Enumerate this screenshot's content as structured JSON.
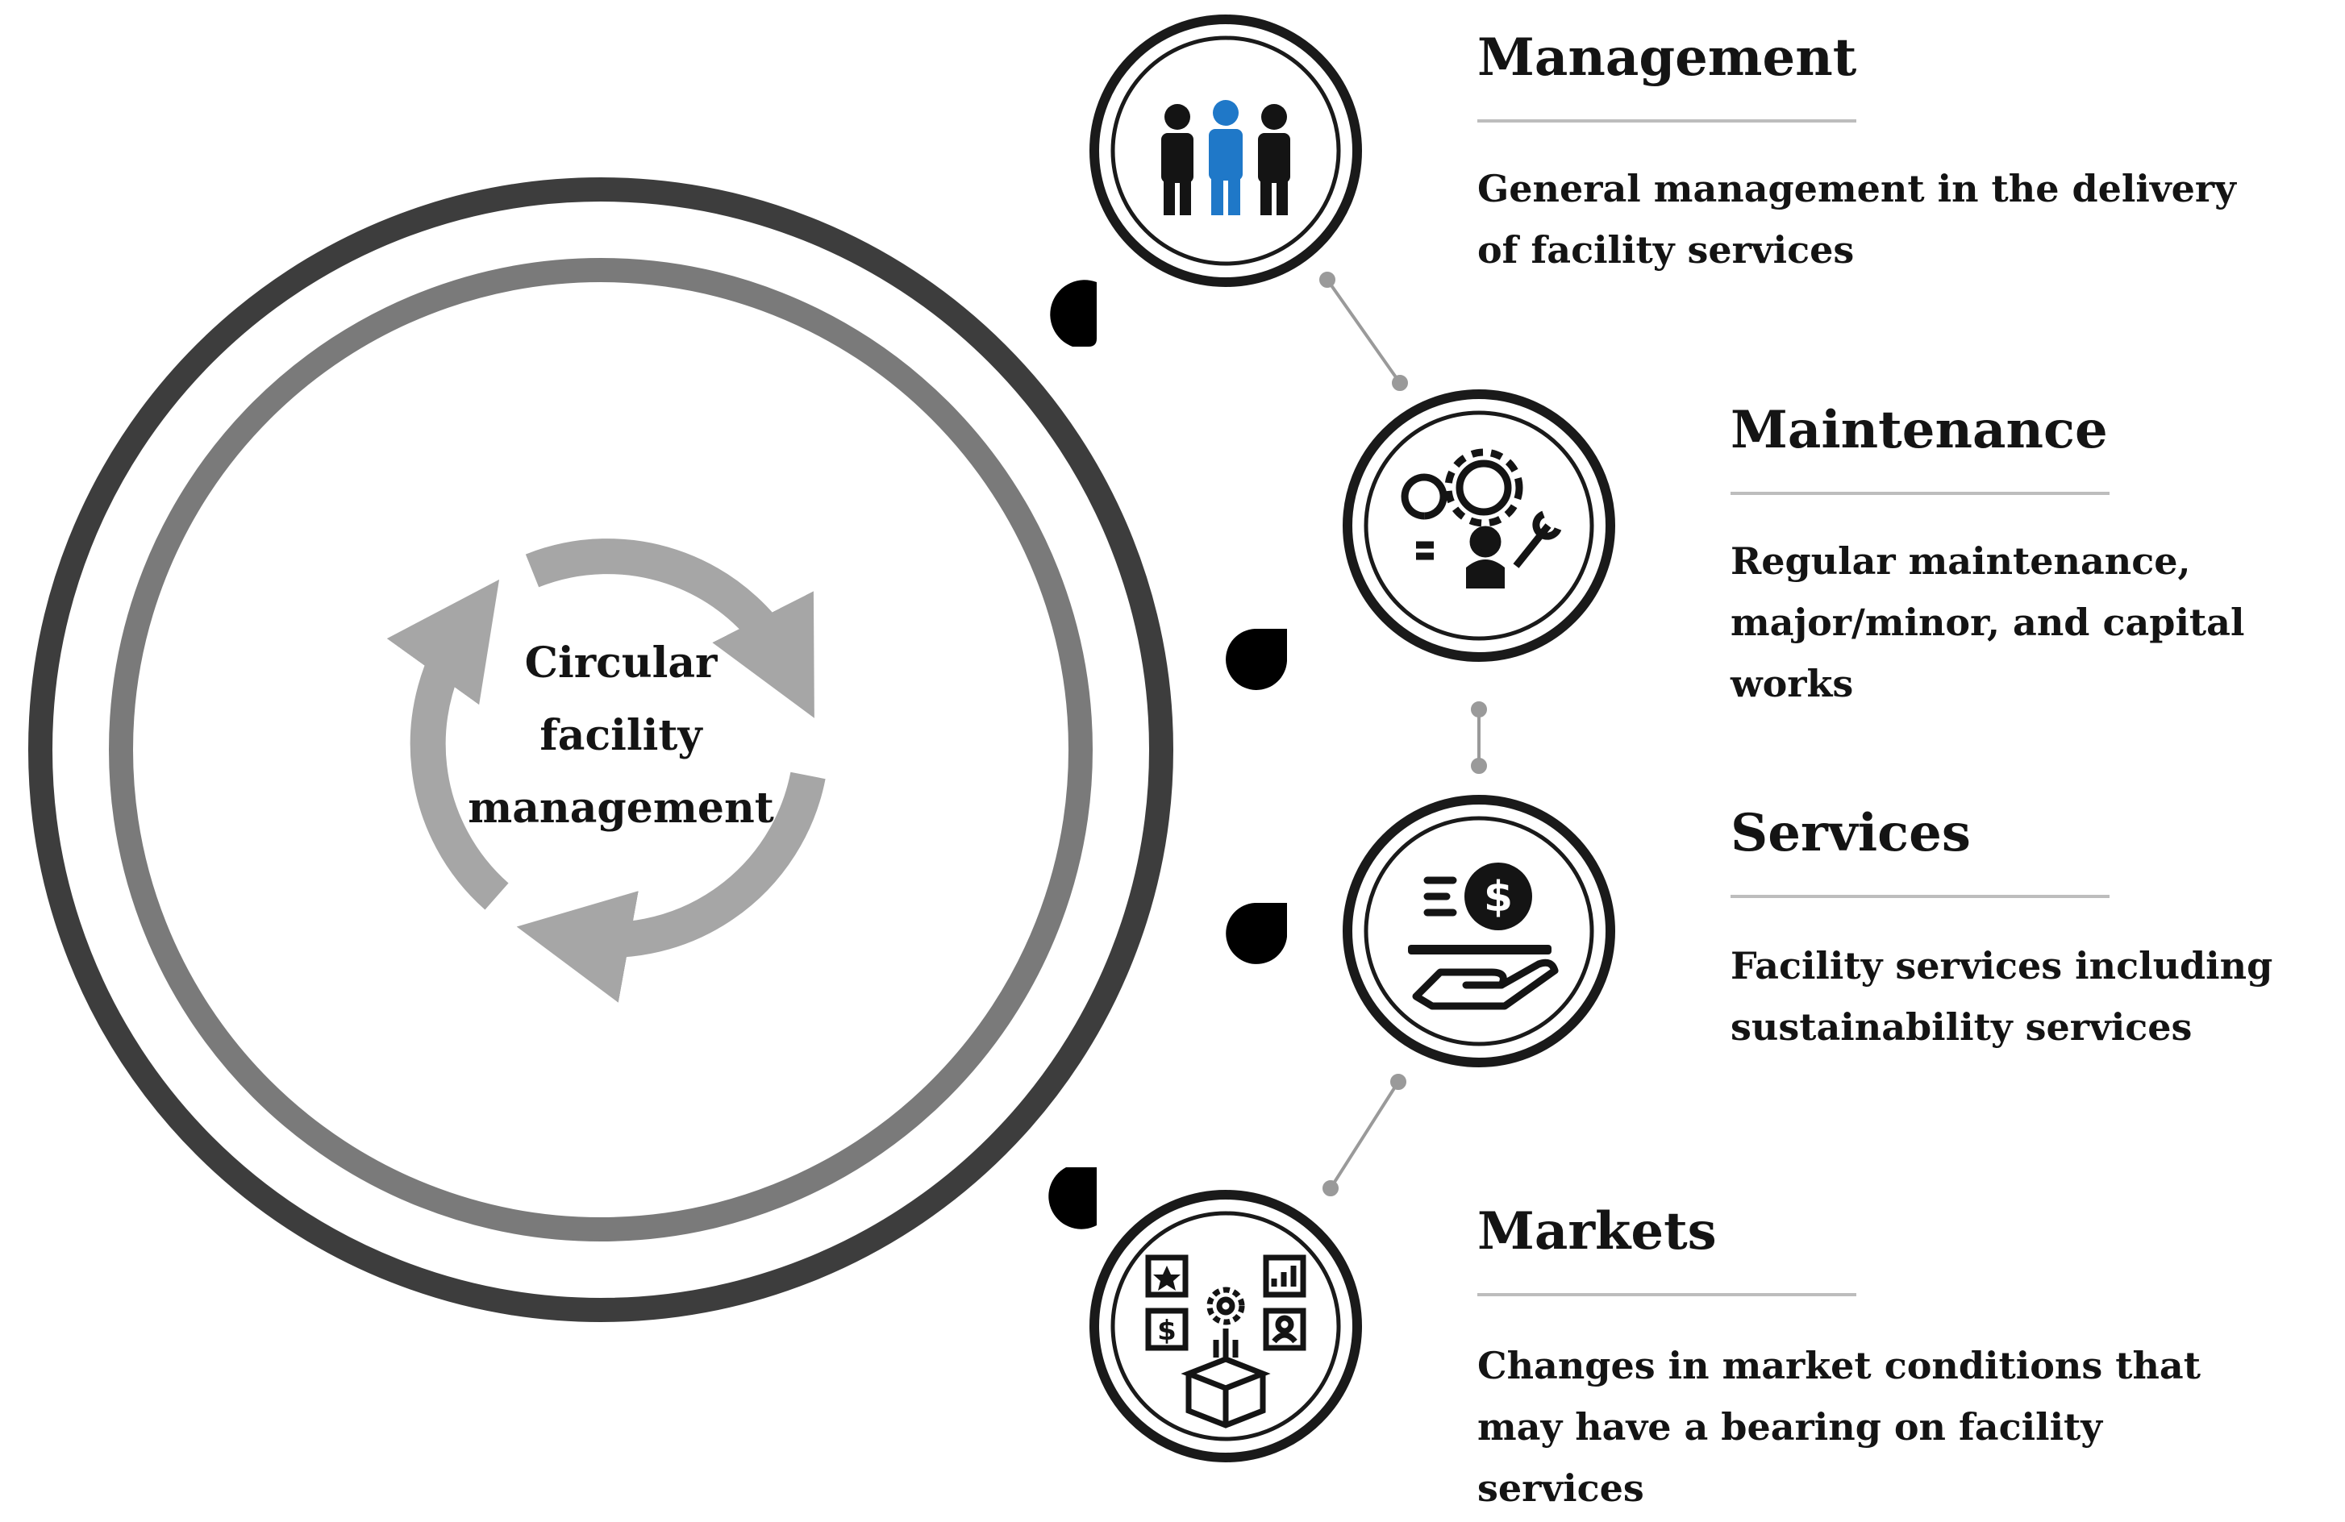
{
  "center": {
    "label": "Circular\nfacility\nmanagement"
  },
  "items": [
    {
      "title": "Management",
      "description": "General management in the delivery\nof facility services",
      "icon": "team-people-icon"
    },
    {
      "title": "Maintenance",
      "description": "Regular maintenance,\nmajor/minor, and capital works",
      "icon": "maintenance-gear-wrench-icon"
    },
    {
      "title": "Services",
      "description": "Facility services including\nsustainability services",
      "icon": "money-service-hand-icon"
    },
    {
      "title": "Markets",
      "description": "Changes in market conditions that\nmay have a bearing on facility\nservices",
      "icon": "market-box-icon"
    }
  ],
  "colors": {
    "outer_ring": "#3d3d3d",
    "inner_ring": "#7a7a7a",
    "cycle_arrows": "#a6a6a6",
    "accent_person": "#1f78c8",
    "text": "#141414"
  }
}
